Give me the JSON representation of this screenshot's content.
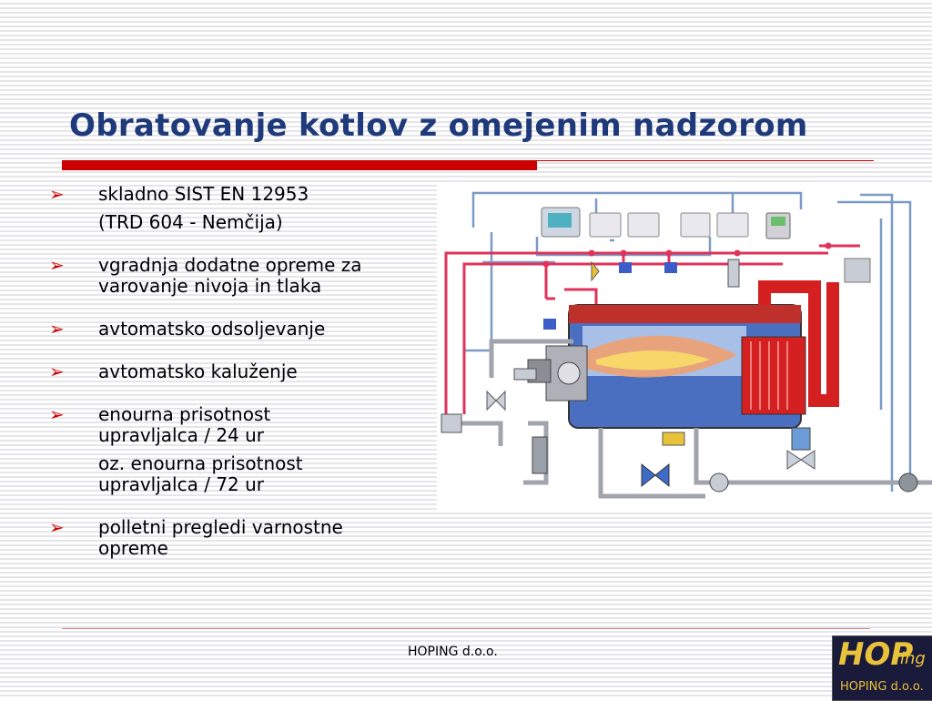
{
  "slide": {
    "title": "Obratovanje kotlov z omejenim nadzorom",
    "bullets": [
      {
        "lines": [
          "skladno SIST EN 12953",
          "(TRD 604 - Nemčija)"
        ]
      },
      {
        "lines": [
          "vgradnja dodatne opreme za",
          "varovanje nivoja in tlaka"
        ]
      },
      {
        "lines": [
          "avtomatsko odsoljevanje"
        ]
      },
      {
        "lines": [
          "avtomatsko kaluženje"
        ]
      },
      {
        "lines": [
          "enourna prisotnost",
          "upravljalca / 24 ur",
          "oz. enourna prisotnost",
          "upravljalca / 72 ur"
        ]
      },
      {
        "lines": [
          "polletni pregledi varnostne",
          "opreme"
        ]
      }
    ],
    "footer": "HOPING d.o.o.",
    "logo": {
      "main": "HOP",
      "suffix": "ing",
      "company": "HOPING d.o.o."
    }
  },
  "colors": {
    "title": "#1f3a7a",
    "accent_red": "#cc0000",
    "pipe_blue": "#7a9bc4",
    "pipe_pink": "#e0325a",
    "water": "#4a6fc0",
    "logo_bg": "#1a1a3a",
    "logo_text": "#e8c23a"
  }
}
